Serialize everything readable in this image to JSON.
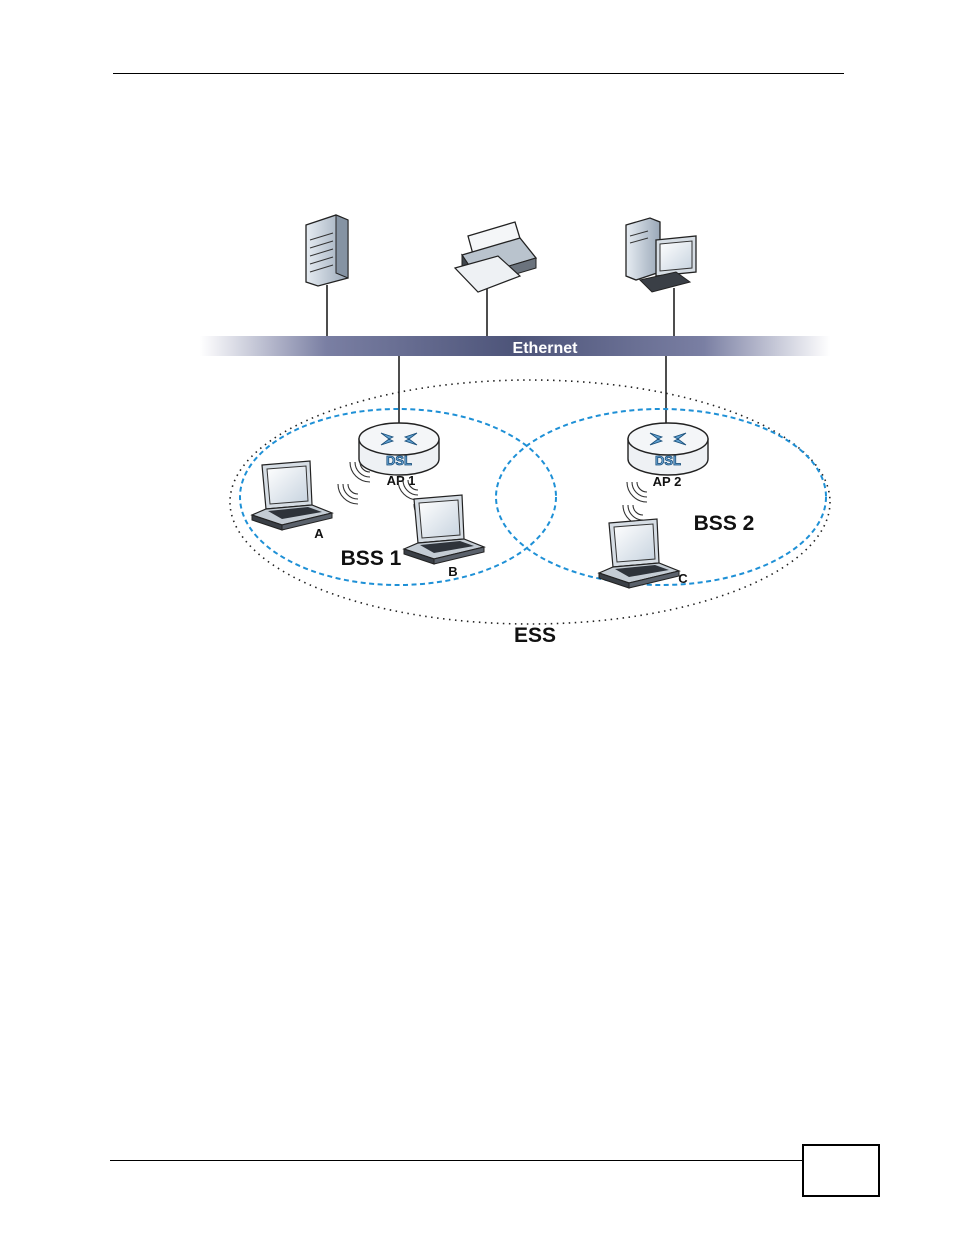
{
  "diagram": {
    "bus_label": "Ethernet",
    "ap1": {
      "device_text": "DSL",
      "label": "AP 1"
    },
    "ap2": {
      "device_text": "DSL",
      "label": "AP 2"
    },
    "clients": {
      "a": "A",
      "b": "B",
      "c": "C"
    },
    "bss1_label": "BSS 1",
    "bss2_label": "BSS 2",
    "ess_label": "ESS"
  },
  "colors": {
    "bss_border": "#1e90d6",
    "bus_dark": "#4d5479",
    "bus_light": "#ffffff",
    "ess_border": "#222222",
    "dsl_text": "#6ea8d8"
  }
}
